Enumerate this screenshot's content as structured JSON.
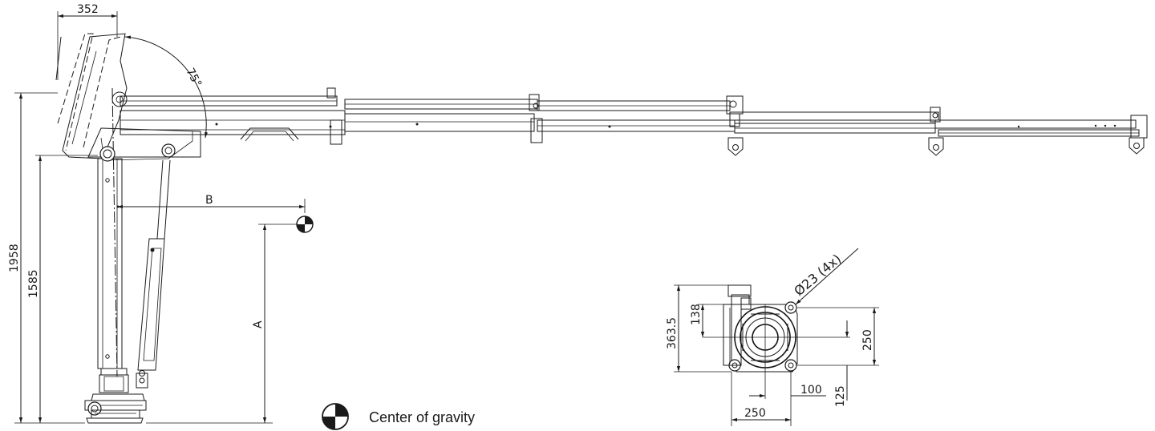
{
  "dimensions": {
    "top_width": "352",
    "angle": "75°",
    "total_height": "1958",
    "pillar_height": "1585",
    "reach_B": "B",
    "height_A": "A",
    "base_height": "363.5",
    "base_offset": "138",
    "hole_spacing_vertical": "250",
    "hole_offset_vertical": "125",
    "hole_offset_horizontal": "100",
    "hole_spacing_horizontal": "250",
    "hole_diameter": "Ø23 (4x)"
  },
  "legend": {
    "label": "Center of gravity"
  }
}
